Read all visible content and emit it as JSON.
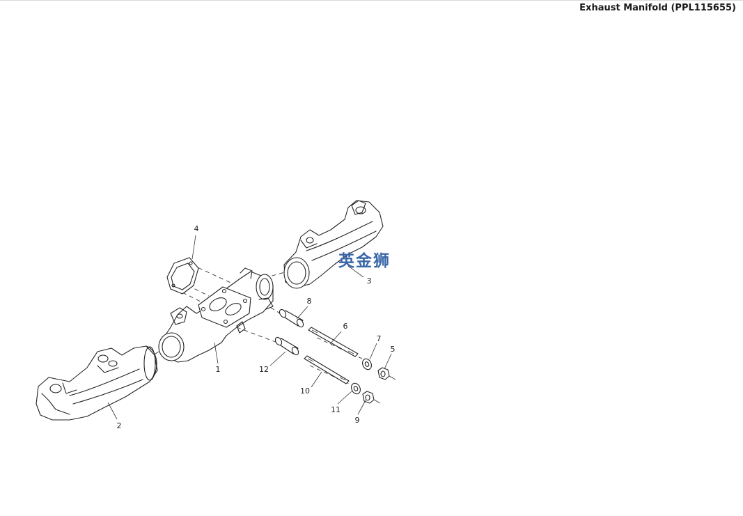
{
  "page": {
    "title": "Exhaust Manifold (PPL115655)"
  },
  "watermark": {
    "text": "英金狮",
    "color": "#3a67a8"
  },
  "callouts": [
    {
      "id": "1",
      "label": "1"
    },
    {
      "id": "2",
      "label": "2"
    },
    {
      "id": "3",
      "label": "3"
    },
    {
      "id": "4",
      "label": "4"
    },
    {
      "id": "5",
      "label": "5"
    },
    {
      "id": "6",
      "label": "6"
    },
    {
      "id": "7",
      "label": "7"
    },
    {
      "id": "8",
      "label": "8"
    },
    {
      "id": "9",
      "label": "9"
    },
    {
      "id": "10",
      "label": "10"
    },
    {
      "id": "11",
      "label": "11"
    },
    {
      "id": "12",
      "label": "12"
    }
  ]
}
